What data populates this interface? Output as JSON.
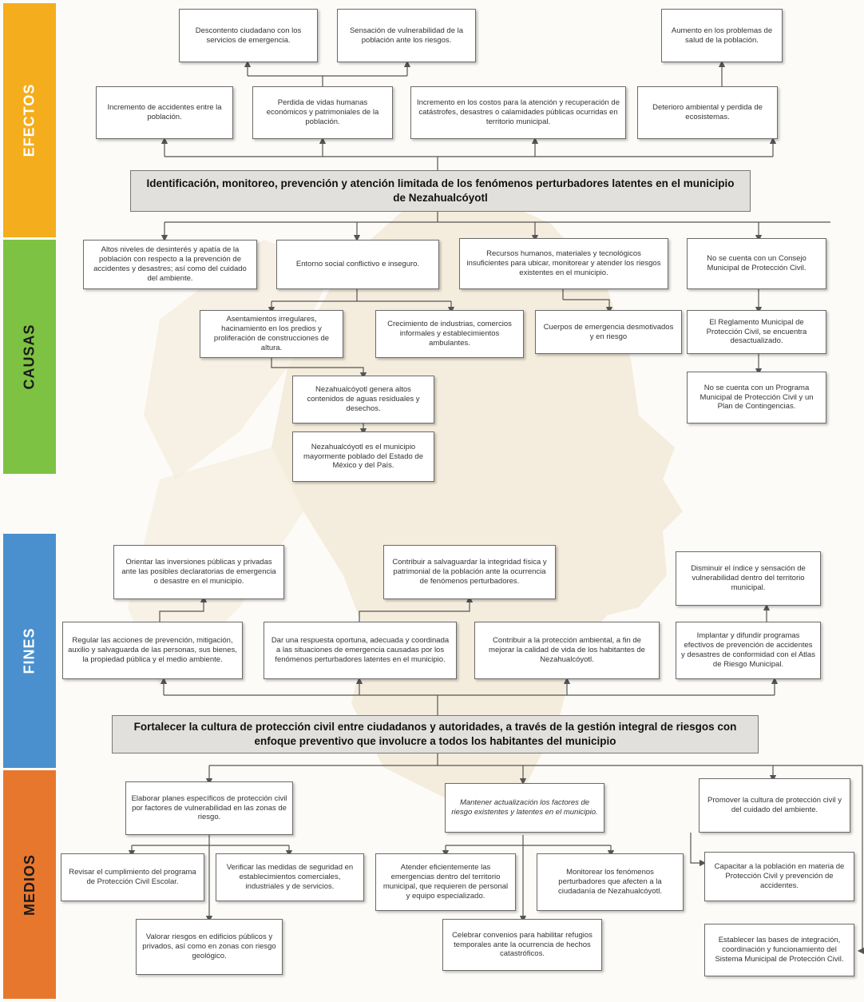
{
  "colors": {
    "efectos": "#f4ad1c",
    "causas": "#7dc242",
    "fines": "#4a90cf",
    "medios": "#e8772e",
    "line": "#555555",
    "watermark": "#ead9b8"
  },
  "sections": {
    "efectos": "EFECTOS",
    "causas": "CAUSAS",
    "fines": "FINES",
    "medios": "MEDIOS"
  },
  "problem": {
    "text": "Identificación, monitoreo, prevención y atención limitada de los fenómenos perturbadores latentes en el municipio de Nezahualcóyotl"
  },
  "objective": {
    "text": "Fortalecer la cultura de protección civil entre ciudadanos y autoridades, a través de la gestión integral de riesgos con enfoque preventivo que involucre a todos los habitantes del municipio"
  },
  "efectos": {
    "top": [
      "Descontento ciudadano con los servicios de emergencia.",
      "Sensación de vulnerabilidad de la población ante los riesgos.",
      "Aumento en los problemas de salud de la población."
    ],
    "bottom": [
      "Incremento de accidentes entre la población.",
      "Perdida de vidas humanas económicos y patrimoniales de la población.",
      "Incremento en los costos para la atención y recuperación de catástrofes, desastres o calamidades públicas ocurridas en territorio municipal.",
      "Deterioro ambiental y perdida de ecosistemas."
    ]
  },
  "causas": {
    "row1": [
      "Altos niveles de desinterés y apatía de la población con respecto a la prevención de accidentes y desastres; así como del cuidado del ambiente.",
      "Entorno social conflictivo e inseguro.",
      "Recursos humanos, materiales y tecnológicos insuficientes para ubicar, monitorear y atender los riesgos existentes en el municipio.",
      "No se cuenta con un Consejo Municipal de Protección Civil."
    ],
    "row2": [
      "Asentamientos irregulares, hacinamiento en los predios y proliferación de construcciones de altura.",
      "Crecimiento de industrias, comercios informales y establecimientos ambulantes.",
      "Cuerpos de emergencia desmotivados y en riesgo",
      "El Reglamento Municipal de Protección Civil, se encuentra desactualizado."
    ],
    "row3": [
      "Nezahualcóyotl genera altos contenidos de aguas residuales y desechos.",
      "No se cuenta con un Programa Municipal de Protección Civil y un Plan de Contingencias."
    ],
    "row4": [
      "Nezahualcóyotl es el municipio mayormente poblado del Estado de México y del País."
    ]
  },
  "fines": {
    "top": [
      "Orientar las inversiones públicas y privadas ante las posibles declaratorias de emergencia o desastre en el municipio.",
      "Contribuir a salvaguardar la integridad física y patrimonial de la población ante la ocurrencia de fenómenos perturbadores.",
      "Disminuir el índice y sensación de vulnerabilidad dentro del territorio municipal."
    ],
    "bottom": [
      "Regular las acciones de prevención, mitigación, auxilio y salvaguarda de las personas, sus bienes, la propiedad pública y el medio ambiente.",
      "Dar una respuesta oportuna, adecuada y coordinada a las situaciones de emergencia causadas por los fenómenos perturbadores latentes en el municipio.",
      "Contribuir a la protección ambiental, a fin de mejorar la calidad de vida de los habitantes de Nezahualcóyotl.",
      "Implantar y difundir programas efectivos de prevención de accidentes y desastres de conformidad con el Atlas de Riesgo Municipal."
    ]
  },
  "medios": {
    "row1": [
      "Elaborar planes específicos de protección civil por factores de vulnerabilidad en las zonas de riesgo.",
      "Mantener actualización los factores de riesgo existentes y latentes en el municipio.",
      "Promover la cultura de protección civil y del cuidado del ambiente."
    ],
    "row2": [
      "Revisar el cumplimiento del programa de Protección Civil Escolar.",
      "Verificar las medidas de seguridad en establecimientos comerciales, industriales y de servicios.",
      "Atender eficientemente las emergencias dentro del territorio municipal, que requieren de personal y equipo especializado.",
      "Monitorear los fenómenos perturbadores que afecten a la ciudadanía de Nezahualcóyotl.",
      "Capacitar a la población en materia de Protección Civil y prevención de accidentes."
    ],
    "row3": [
      "Valorar riesgos en edificios públicos y privados, así como en zonas con riesgo geológico.",
      "Celebrar convenios para habilitar refugios temporales ante la ocurrencia de hechos catastróficos.",
      "Establecer las bases de integración, coordinación y funcionamiento del Sistema Municipal de Protección Civil."
    ]
  }
}
